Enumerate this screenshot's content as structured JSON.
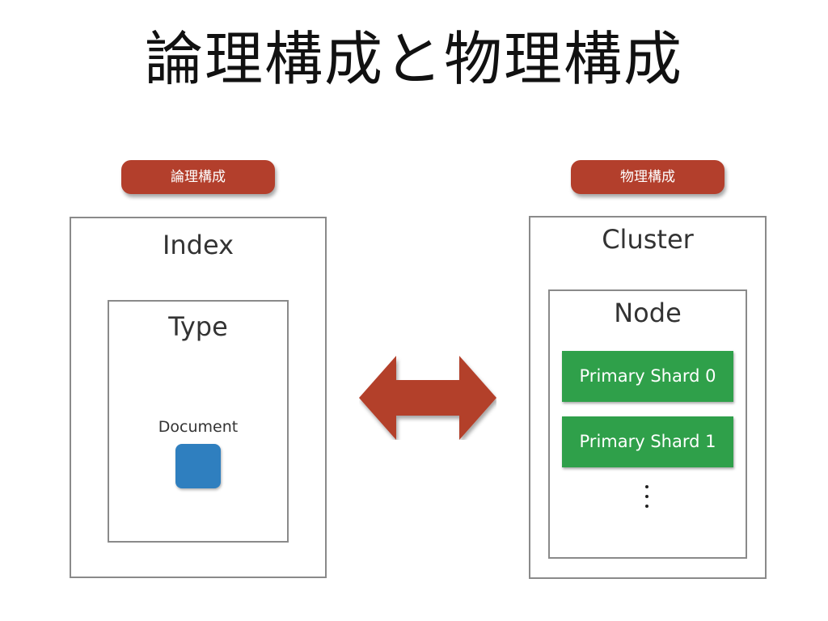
{
  "title": "論理構成と物理構成",
  "logical": {
    "badge": "論理構成",
    "index_label": "Index",
    "type_label": "Type",
    "document_label": "Document"
  },
  "physical": {
    "badge": "物理構成",
    "cluster_label": "Cluster",
    "node_label": "Node",
    "shards": [
      {
        "label": "Primary Shard 0"
      },
      {
        "label": "Primary Shard 1"
      }
    ]
  },
  "colors": {
    "badge": "#b33f2c",
    "arrow": "#b33f2c",
    "document": "#2f7fbf",
    "shard": "#2fa04a",
    "box_border": "#8a8a8a"
  },
  "icons": {
    "arrow": "double-headed-arrow-icon",
    "ellipsis": "vertical-ellipsis-icon"
  }
}
